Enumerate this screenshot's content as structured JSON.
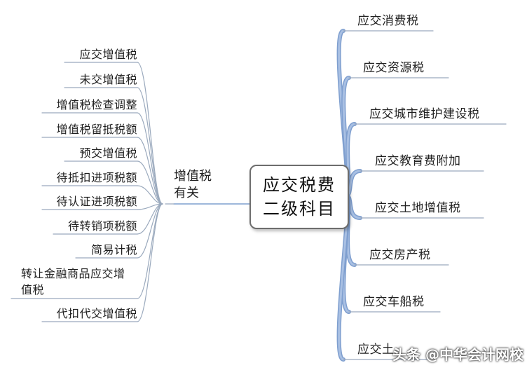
{
  "center": {
    "line1": "应交税费",
    "line2": "二级科目"
  },
  "vat_node": {
    "line1": "增值税",
    "line2": "有关"
  },
  "right_items": [
    "应交消费税",
    "应交资源税",
    "应交城市维护建设税",
    "应交教育费附加",
    "应交土地增值税",
    "应交房产税",
    "应交车船税",
    "应交土"
  ],
  "left_items": [
    "应交增值税",
    "未交增值税",
    "增值税检查调整",
    "增值税留抵税额",
    "预交增值税",
    "待抵扣进项税额",
    "待认证进项税额",
    "待转销项税额",
    "简易计税",
    "转让金融商品应交增",
    "值税",
    "代扣代交增值税"
  ],
  "watermark": "头条 @中华会计网校",
  "colors": {
    "branch": "#7f9fcf",
    "line": "#9aa9bd",
    "box_border": "#6d6d6d"
  }
}
